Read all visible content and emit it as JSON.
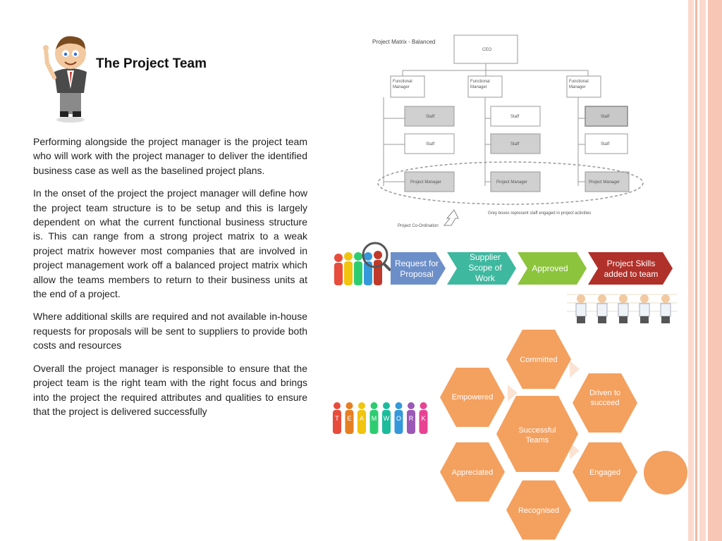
{
  "slide": {
    "title": "The Project Team",
    "paragraphs": [
      "Performing alongside the project manager is the project team who will work with the project manager to deliver the identified business case as well as the baselined project plans.",
      "In the onset of the project the project manager will define how the project team structure is to be setup and this is largely dependent on what the current functional business structure is. This can range from a strong project matrix to a weak project matrix however most companies that are involved in project management work off a balanced project matrix which allow the teams members to return to their business units at the end of a project.",
      "Where additional skills are required and not available in-house requests for proposals will be sent to suppliers to provide both costs and resources",
      "Overall the project manager is responsible to ensure that the project team is the right team with the right focus and brings into the project the required attributes and qualities to ensure that the project is delivered successfully"
    ]
  },
  "org_chart": {
    "title": "Project Matrix - Balanced",
    "ceo": "CEO",
    "functional_manager": [
      "Functional",
      "Manager"
    ],
    "staff": "Staff",
    "project_manager": "Project Manager",
    "note": "Grey boxes represent staff engaged in project activities",
    "coordination": "Project Co-Ordination"
  },
  "process": {
    "steps": [
      {
        "lines": [
          "Request for",
          "Proposal"
        ],
        "color": "#6d8fc9"
      },
      {
        "lines": [
          "Supplier",
          "Scope of",
          "Work"
        ],
        "color": "#3fb8a0"
      },
      {
        "lines": [
          "Approved"
        ],
        "color": "#8cc43d"
      },
      {
        "lines": [
          "Project Skills",
          "added to team"
        ],
        "color": "#b0302a"
      }
    ]
  },
  "teamwork_letters": [
    "T",
    "E",
    "A",
    "M",
    "W",
    "O",
    "R",
    "K"
  ],
  "hexagons": {
    "color": "#f4a05f",
    "center": [
      "Successful",
      "Teams"
    ],
    "committed": [
      "Committed"
    ],
    "driven": [
      "Driven to",
      "succeed"
    ],
    "engaged": [
      "Engaged"
    ],
    "recognised": [
      "Recognised"
    ],
    "appreciated": [
      "Appreciated"
    ],
    "empowered": [
      "Empowered"
    ]
  },
  "colors": {
    "stripe_light": "#fbd9cd",
    "stripe_mid": "#f6b9a4",
    "accent_circle": "#f4a05f"
  }
}
